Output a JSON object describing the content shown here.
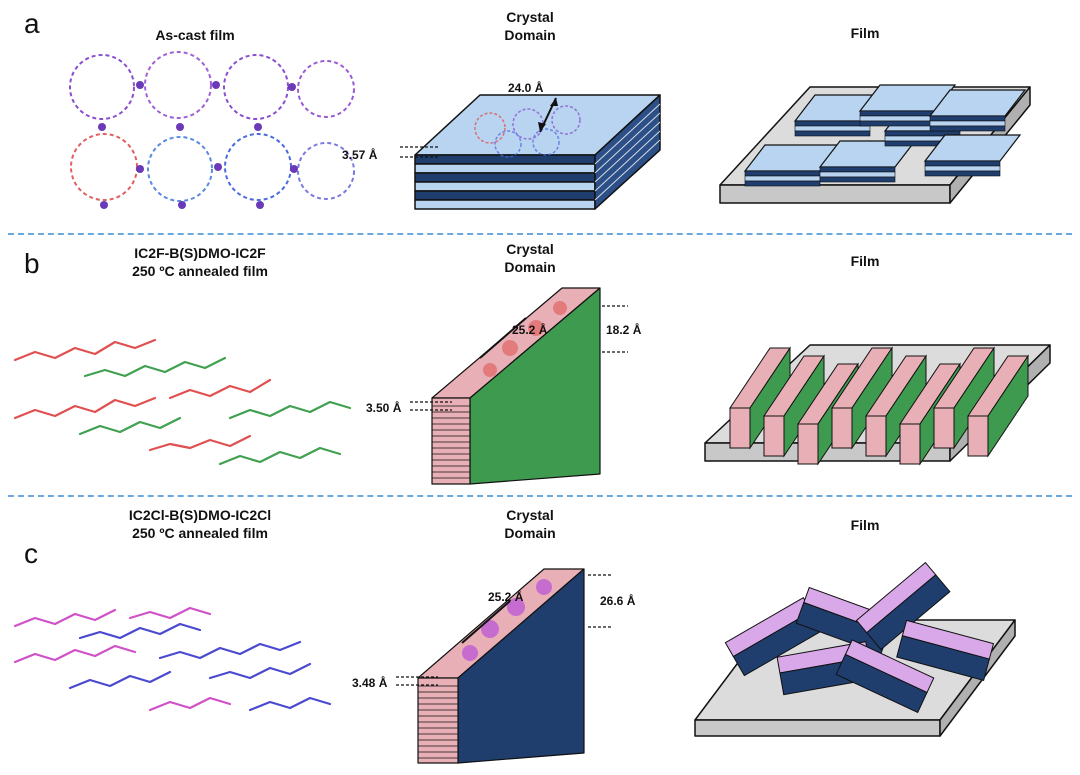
{
  "colors": {
    "divider": "#6aa8e0",
    "navy": "#1f3e6e",
    "lightBlue": "#b8d4f0",
    "green": "#3e9a4e",
    "pink": "#e8b0b6",
    "substrate": "#dcdcdc",
    "molRed": "#e05050",
    "molGreen": "#40a050",
    "molPurple": "#8a4fd0",
    "molMagenta": "#d050c8",
    "molBlue": "#4a4ad0"
  },
  "panelA": {
    "label": "a",
    "molTitle": "As-cast film",
    "crystalTitle1": "Crystal",
    "crystalTitle2": "Domain",
    "filmTitle": "Film",
    "spacing": "3.57 Å",
    "dimension": "24.0 Å"
  },
  "panelB": {
    "label": "b",
    "molTitle1": "IC2F-B(S)DMO-IC2F",
    "molTitle2": "250 ºC annealed film",
    "crystalTitle1": "Crystal",
    "crystalTitle2": "Domain",
    "filmTitle": "Film",
    "spacing": "3.50 Å",
    "layer": "18.2 Å",
    "dimension": "25.2 Å"
  },
  "panelC": {
    "label": "c",
    "molTitle1": "IC2Cl-B(S)DMO-IC2Cl",
    "molTitle2": "250 ºC annealed film",
    "crystalTitle1": "Crystal",
    "crystalTitle2": "Domain",
    "filmTitle": "Film",
    "spacing": "3.48 Å",
    "layer": "26.6 Å",
    "dimension": "25.2 Å"
  }
}
